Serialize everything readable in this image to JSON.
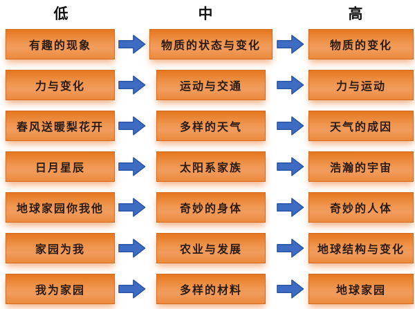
{
  "headers": {
    "low": "低",
    "mid": "中",
    "high": "高"
  },
  "rows": [
    {
      "low": "有趣的现象",
      "mid": "物质的状态与变化",
      "high": "物质的变化"
    },
    {
      "low": "力与变化",
      "mid": "运动与交通",
      "high": "力与运动"
    },
    {
      "low": "春风送暖梨花开",
      "mid": "多样的天气",
      "high": "天气的成因"
    },
    {
      "low": "日月星辰",
      "mid": "太阳系家族",
      "high": "浩瀚的宇宙"
    },
    {
      "low": "地球家园你我他",
      "mid": "奇妙的身体",
      "high": "奇妙的人体"
    },
    {
      "low": "家园为我",
      "mid": "农业与发展",
      "high": "地球结构与变化"
    },
    {
      "low": "我为家园",
      "mid": "多样的材料",
      "high": "地球家园"
    }
  ],
  "icons": {
    "arrow": "right-block-arrow"
  },
  "colors": {
    "box_fill": "#ED7D31",
    "box_border": "#D2691E",
    "box_glow": "#ED7D31",
    "arrow_fill": "#3E6CC2",
    "arrow_border": "#2B54A6",
    "header_text": "#111111",
    "box_text": "#2B1A10",
    "background": "#FFFFFF"
  }
}
